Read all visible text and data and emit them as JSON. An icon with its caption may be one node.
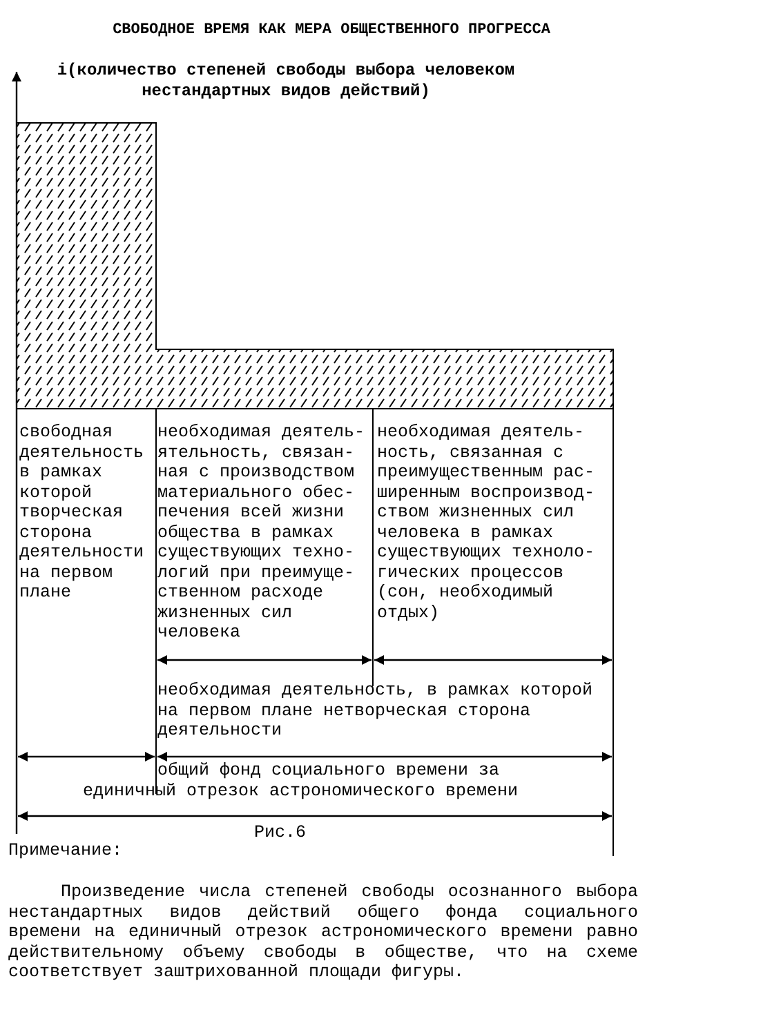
{
  "diagram": {
    "title": "СВОБОДНОЕ ВРЕМЯ КАК МЕРА ОБЩЕСТВЕННОГО ПРОГРЕССА",
    "caption": "Рис.6",
    "nodes": [
      {
        "text": [],
        "shape": "box"
      }
    ],
    "labels": [
      "i(количество степеней свободы выбора человеком нестандартных видов действий)",
      "свободная деятельность в рамках которой творческая сторона деятельности на первом плане",
      "необходимая деятель- ятельность, связан- ная с производством материального обес- печения всей жизни общества в рамках существующих техно- логий при преимуще- ственном расходе жизненных сил человека",
      "необходимая деятель- ность, связанная с преимущественным рас- ширенным воспроизвод- ством жизненных сил человека в рамках существующих техноло- гических процессов (сон, необходимый отдых)",
      "необходимая деятельность, в рамках которой на первом плане нетворческая сторона деятельности",
      "общий фонд социального времени за единичный отрезок астрономического времени",
      "Примечание:",
      "Произведение числа степеней свободы осознанного выбора нестандартных видов действий общего фонда социального времени на единичный отрезок астрономического времени равно действительному объему свободы в обществе, что на схеме соответствует заштрихованной площади фигуры."
    ]
  }
}
